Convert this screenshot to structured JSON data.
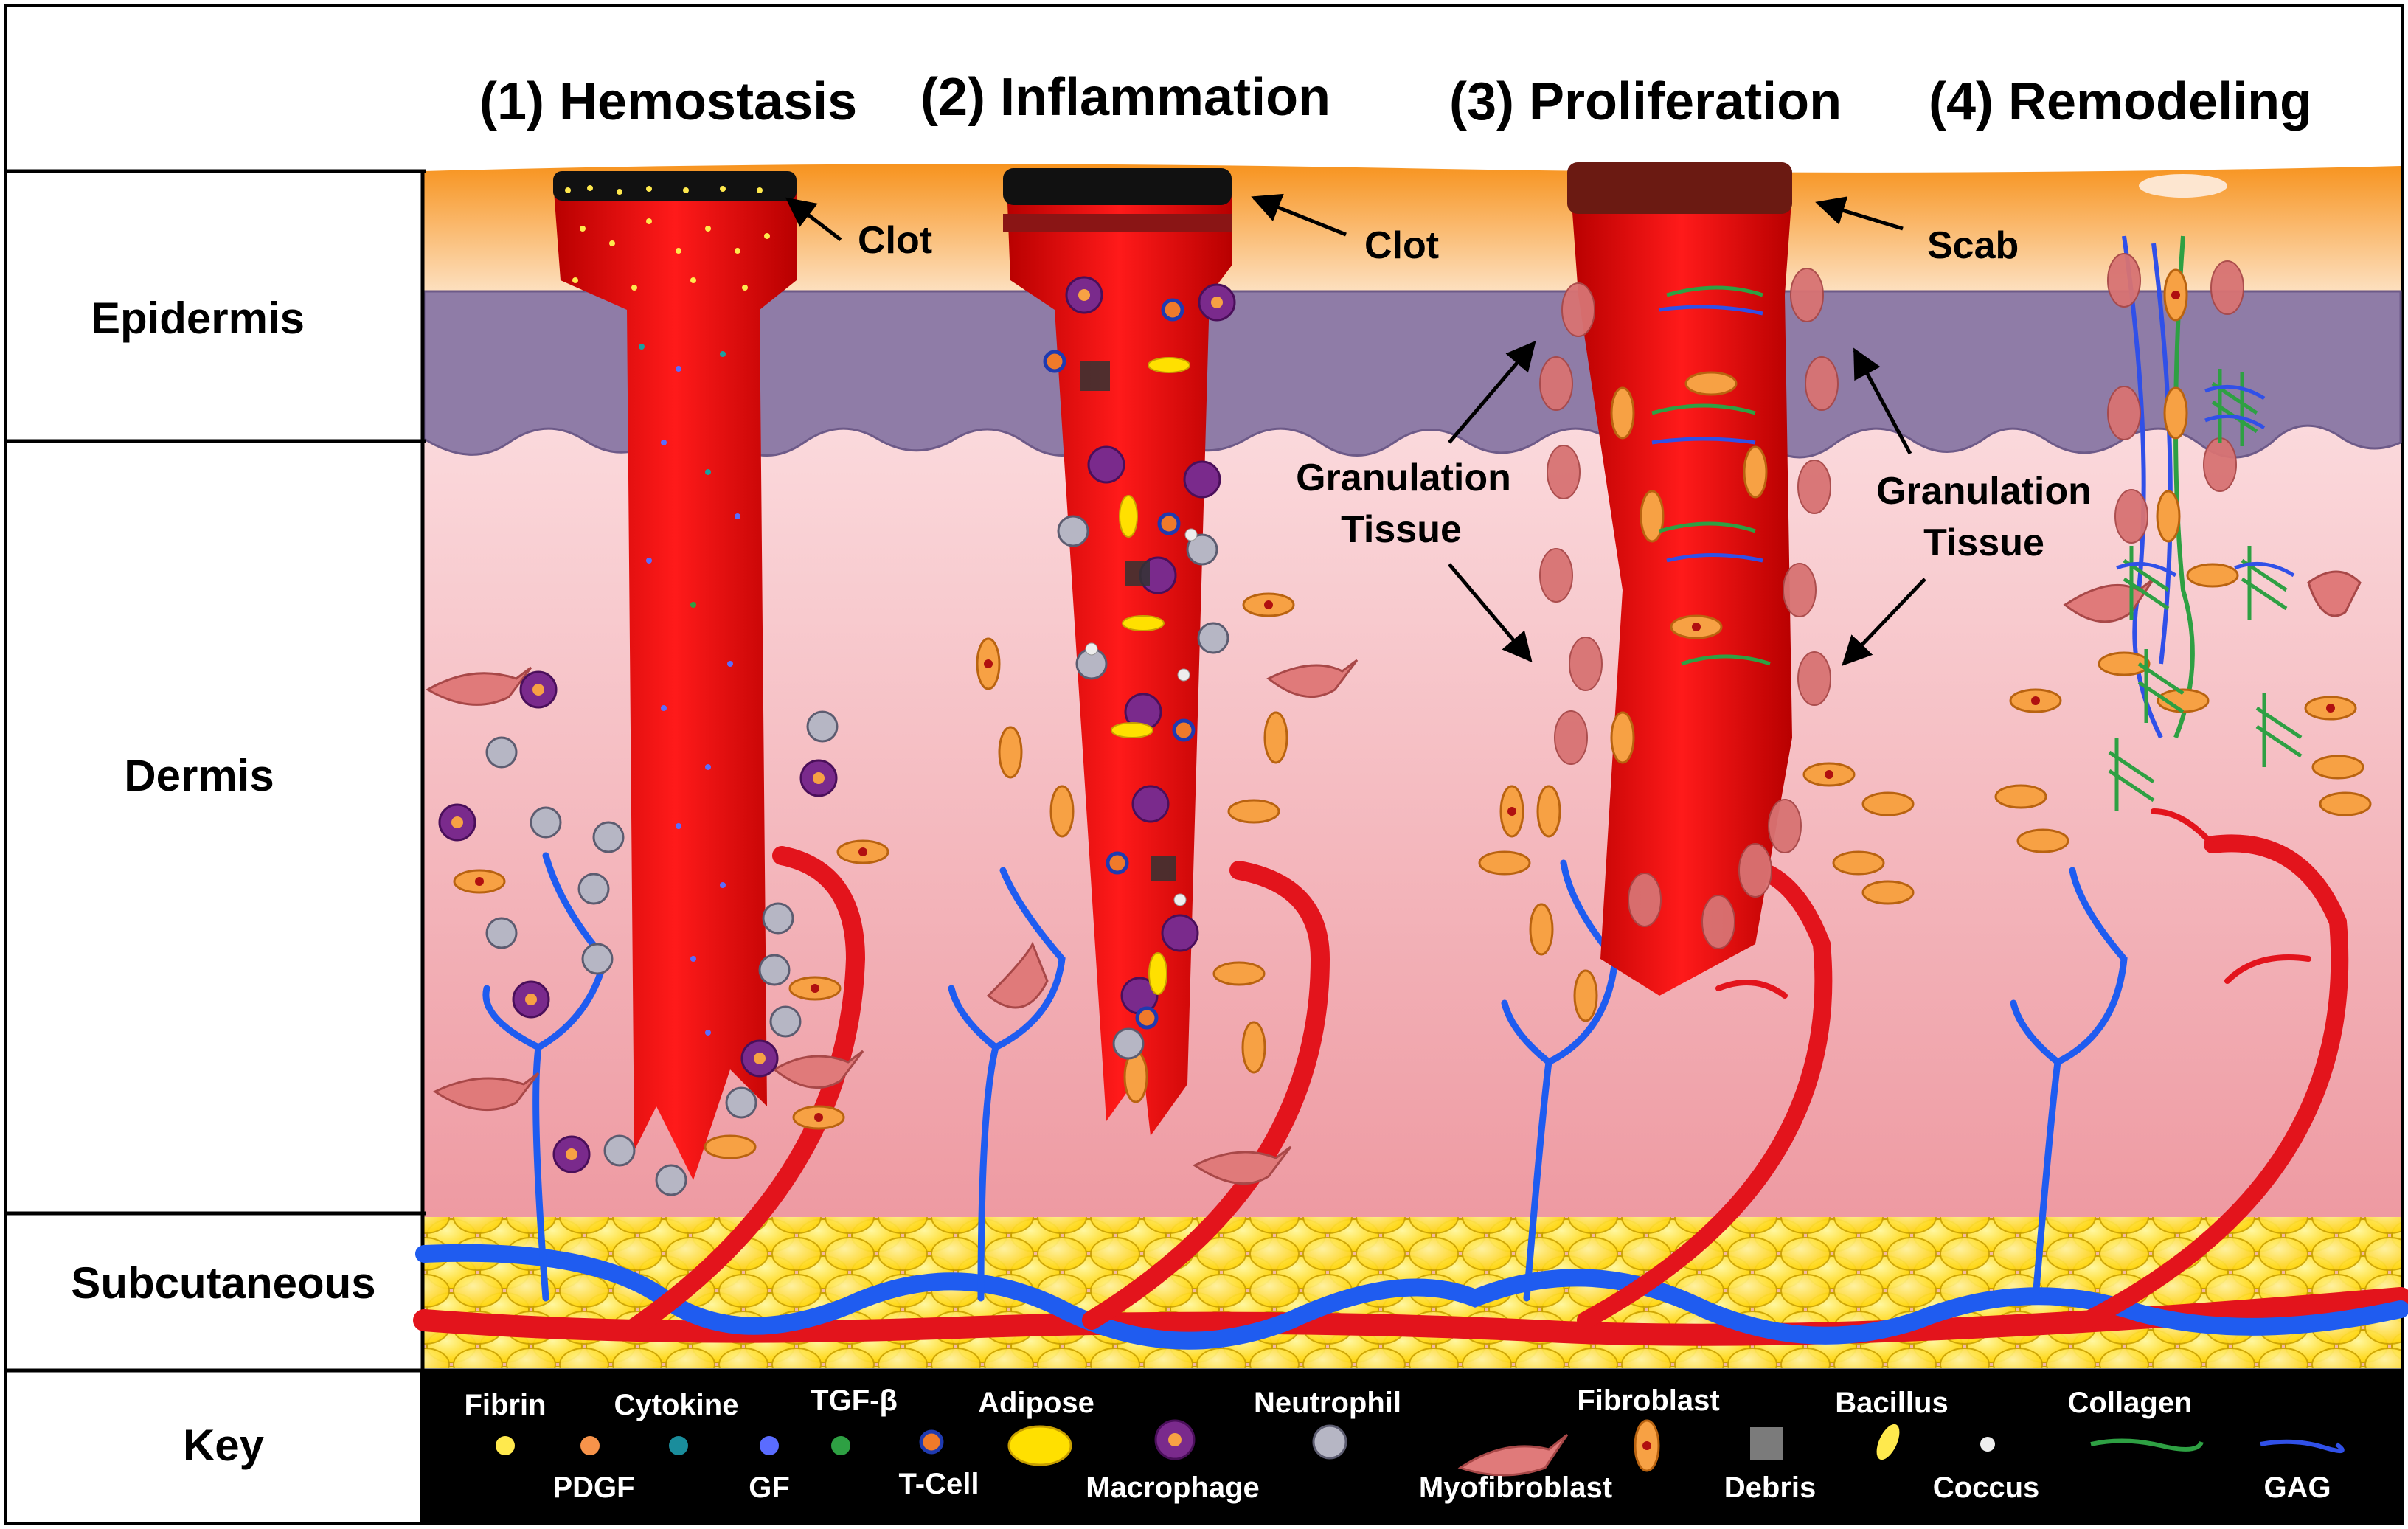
{
  "stages": [
    "(1) Hemostasis",
    "(2) Inflammation",
    "(3) Proliferation",
    "(4) Remodeling"
  ],
  "layers": {
    "epidermis": "Epidermis",
    "dermis": "Dermis",
    "subcutaneous": "Subcutaneous",
    "key": "Key"
  },
  "annotations": {
    "clot_1": "Clot",
    "clot_2": "Clot",
    "scab": "Scab",
    "granulation_left": [
      "Granulation",
      "Tissue"
    ],
    "granulation_right": [
      "Granulation",
      "Tissue"
    ]
  },
  "key_items": {
    "fibrin": "Fibrin",
    "pdgf": "PDGF",
    "cytokine": "Cytokine",
    "gf": "GF",
    "tgfb": "TGF-β",
    "tcell": "T-Cell",
    "adipose": "Adipose",
    "macrophage": "Macrophage",
    "neutrophil": "Neutrophil",
    "myofibroblast": "Myofibroblast",
    "fibroblast": "Fibroblast",
    "debris": "Debris",
    "bacillus": "Bacillus",
    "coccus": "Coccus",
    "collagen": "Collagen",
    "gag": "GAG"
  },
  "colors": {
    "epidermis_top": "#f7931e",
    "epidermis_purple": "#8e7ba6",
    "dermis_pink": "#f3bcc0",
    "wound_red": "#e01010",
    "vessel_red": "#e3141c",
    "vessel_blue": "#1f5cf0",
    "adipose_yellow": "#ffe000",
    "fibroblast_orange": "#f7a144",
    "macrophage_purple": "#7a2a8c",
    "collagen_green": "#2ea043",
    "gag_blue": "#3050e8",
    "key_background": "#000000"
  }
}
